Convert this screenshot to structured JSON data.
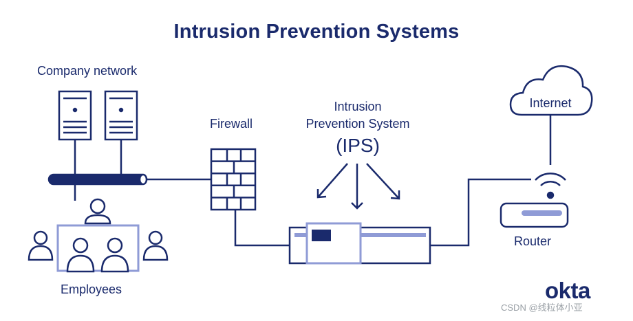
{
  "title": "Intrusion Prevention Systems",
  "labels": {
    "company_network": "Company network",
    "firewall": "Firewall",
    "ips_line1": "Intrusion",
    "ips_line2": "Prevention System",
    "ips_abbr": "(IPS)",
    "internet": "Internet",
    "router": "Router",
    "employees": "Employees"
  },
  "logo": "okta",
  "watermark": "CSDN @线粒体小亚",
  "colors": {
    "navy": "#1a2a6c",
    "accent_light": "#8f9bd6",
    "background": "#ffffff"
  },
  "icons": [
    "server-icon",
    "network-bus-icon",
    "firewall-icon",
    "ips-appliance-icon",
    "router-icon",
    "wifi-icon",
    "cloud-icon",
    "person-icon"
  ]
}
